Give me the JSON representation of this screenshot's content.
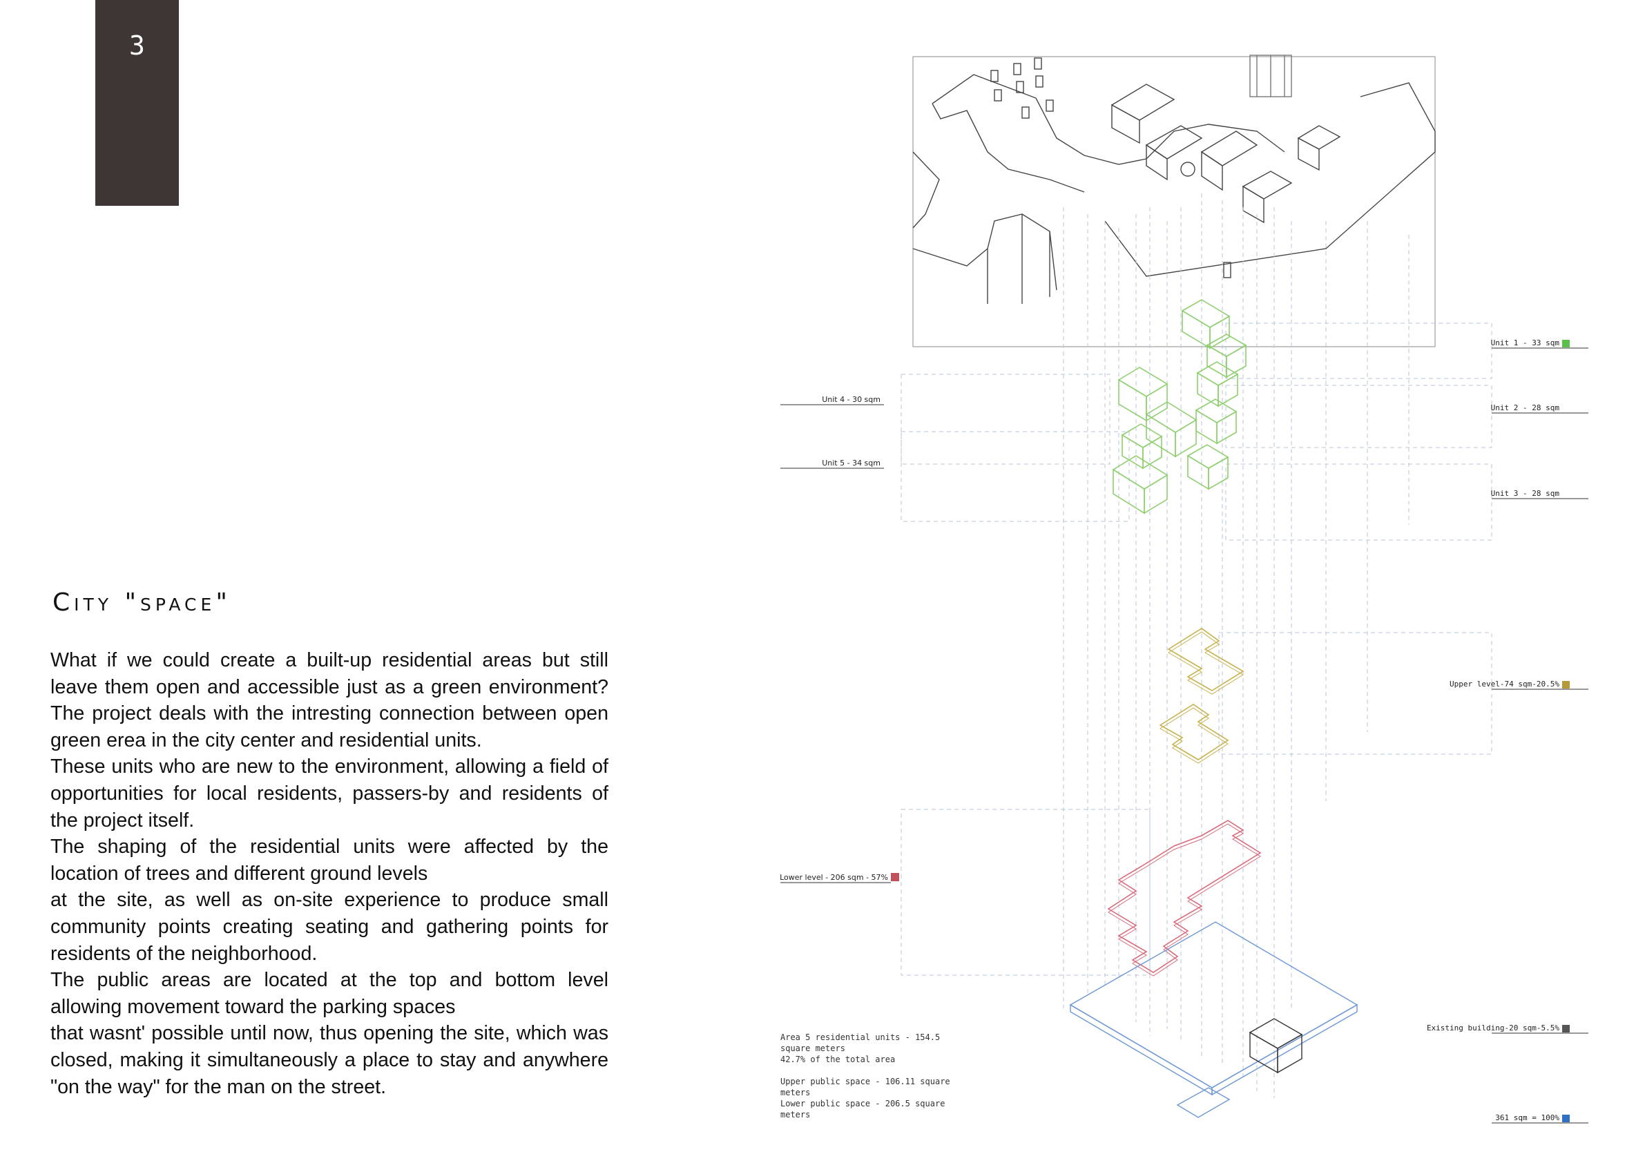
{
  "page": {
    "number": "3",
    "tab_color": "#3e3634"
  },
  "title": "City \"space\"",
  "body_paragraphs": [
    "What if we could create a built-up residential areas but still leave them open and accessible just as a green environment? The project deals with the intresting connection between open green erea in the city center and residential units.",
    "These units who are new to the environment, allowing a field of opportunities for local residents, passers-by and residents of the project itself.",
    "The shaping of the residential units were affected by the location of trees and different ground levels",
    "at the site, as well as on-site experience to produce small community points creating seating and gathering points for residents of the neighborhood.",
    "The public areas are located at the top and bottom level allowing movement toward the parking spaces",
    "that wasnt' possible until now, thus opening the site, which was closed, making it simultaneously a place to stay and anywhere \"on the way\" for the man on the street."
  ],
  "diagram": {
    "labels_right": [
      {
        "text": "Unit 1 - 33 sqm",
        "color": "#5cbf4a"
      },
      {
        "text": "Unit 2 - 28 sqm",
        "color": null
      },
      {
        "text": "Unit 3 - 28 sqm",
        "color": null
      },
      {
        "text": "Upper level-74 sqm-20.5%",
        "color": "#b59a3a"
      },
      {
        "text": "Existing building-20 sqm-5.5%",
        "color": "#555555"
      },
      {
        "text": "361 sqm = 100%",
        "color": "#2f6fc4"
      }
    ],
    "labels_left": [
      {
        "text": "Unit 4 - 30 sqm",
        "color": null
      },
      {
        "text": "Unit 5 - 34 sqm",
        "color": null
      },
      {
        "text": "Lower level - 206 sqm - 57%",
        "color": "#c0505a"
      }
    ],
    "stats": [
      "Area 5 residential units - 154.5",
      "square meters",
      "42.7% of the total area",
      "",
      "Upper public space - 106.11 square",
      "meters",
      "Lower public space - 206.5 square",
      "meters"
    ],
    "colors": {
      "units": "#8fcf6f",
      "upper": "#c8b04a",
      "lower": "#d96a7a",
      "base": "#6b96d6",
      "guides": "#b9c6d8"
    }
  }
}
